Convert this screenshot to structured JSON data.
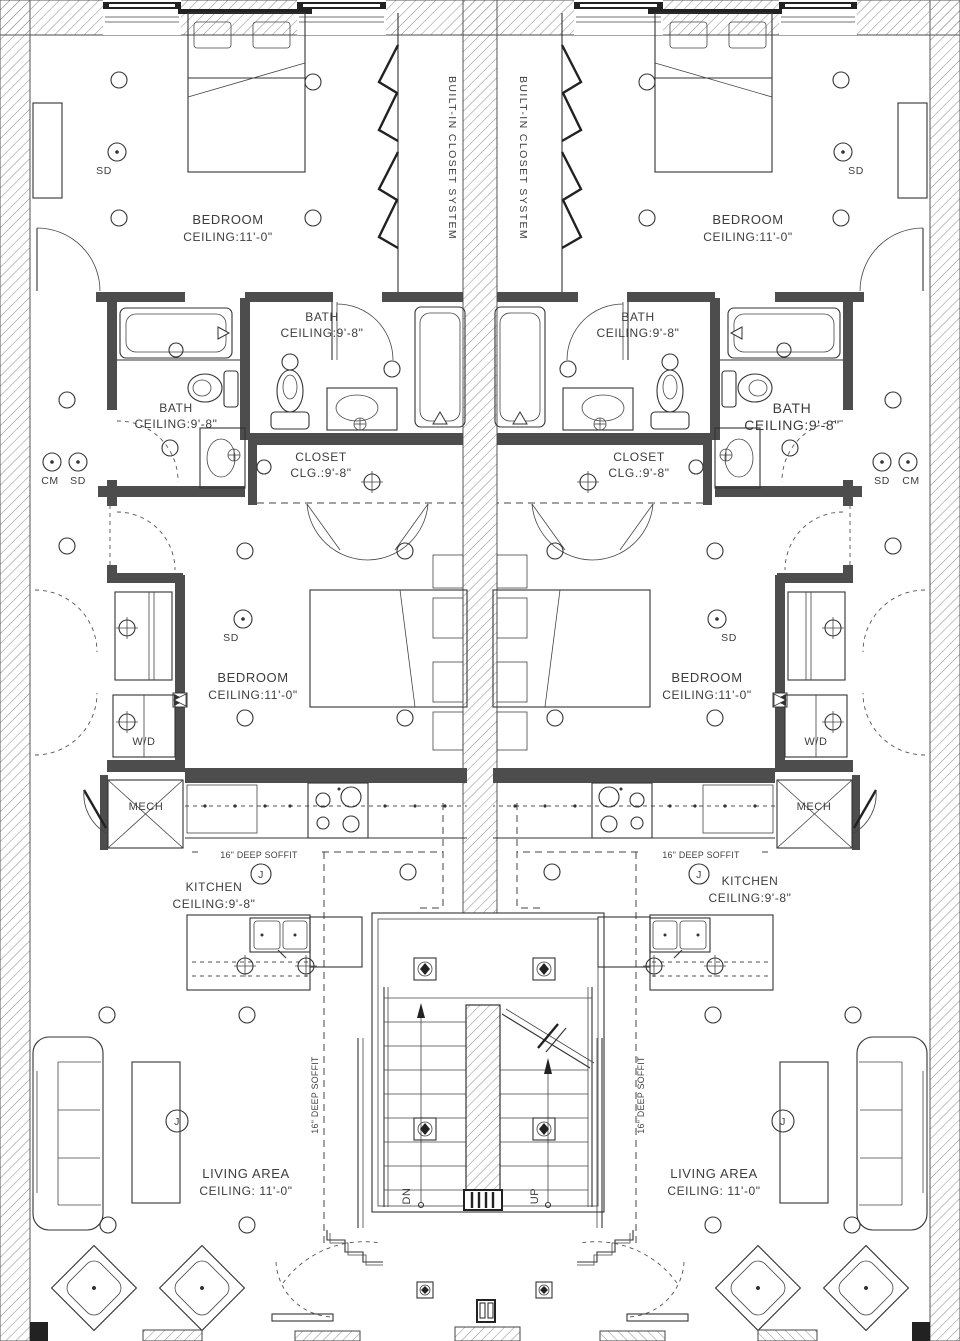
{
  "drawing": {
    "type": "duplex-residential-floor-plan",
    "rooms": {
      "bedroom": {
        "name": "BEDROOM",
        "ceiling": "CEILING:11'-0\""
      },
      "bath": {
        "name": "BATH",
        "ceiling": "CEILING:9'-8\""
      },
      "closet": {
        "name": "CLOSET",
        "ceiling": "CLG.:9'-8\""
      },
      "kitchen": {
        "name": "KITCHEN",
        "ceiling": "CEILING:9'-8\""
      },
      "living_area": {
        "name": "LIVING AREA",
        "ceiling": "CEILING: 11'-0\""
      }
    },
    "features": {
      "built_in_closet": "BUILT-IN CLOSET SYSTEM",
      "soffit": "16\" DEEP SOFFIT",
      "washer_dryer": "W/D",
      "mech": "MECH",
      "junction": "J",
      "smoke_detector": "SD",
      "co_detector": "CM",
      "stairs_down": "DN",
      "stairs_up": "UP"
    },
    "colors": {
      "background": "#ffffff",
      "interior_walls": "#4d4d4d",
      "line_work": "#333333",
      "text": "#3d3d3d"
    }
  }
}
